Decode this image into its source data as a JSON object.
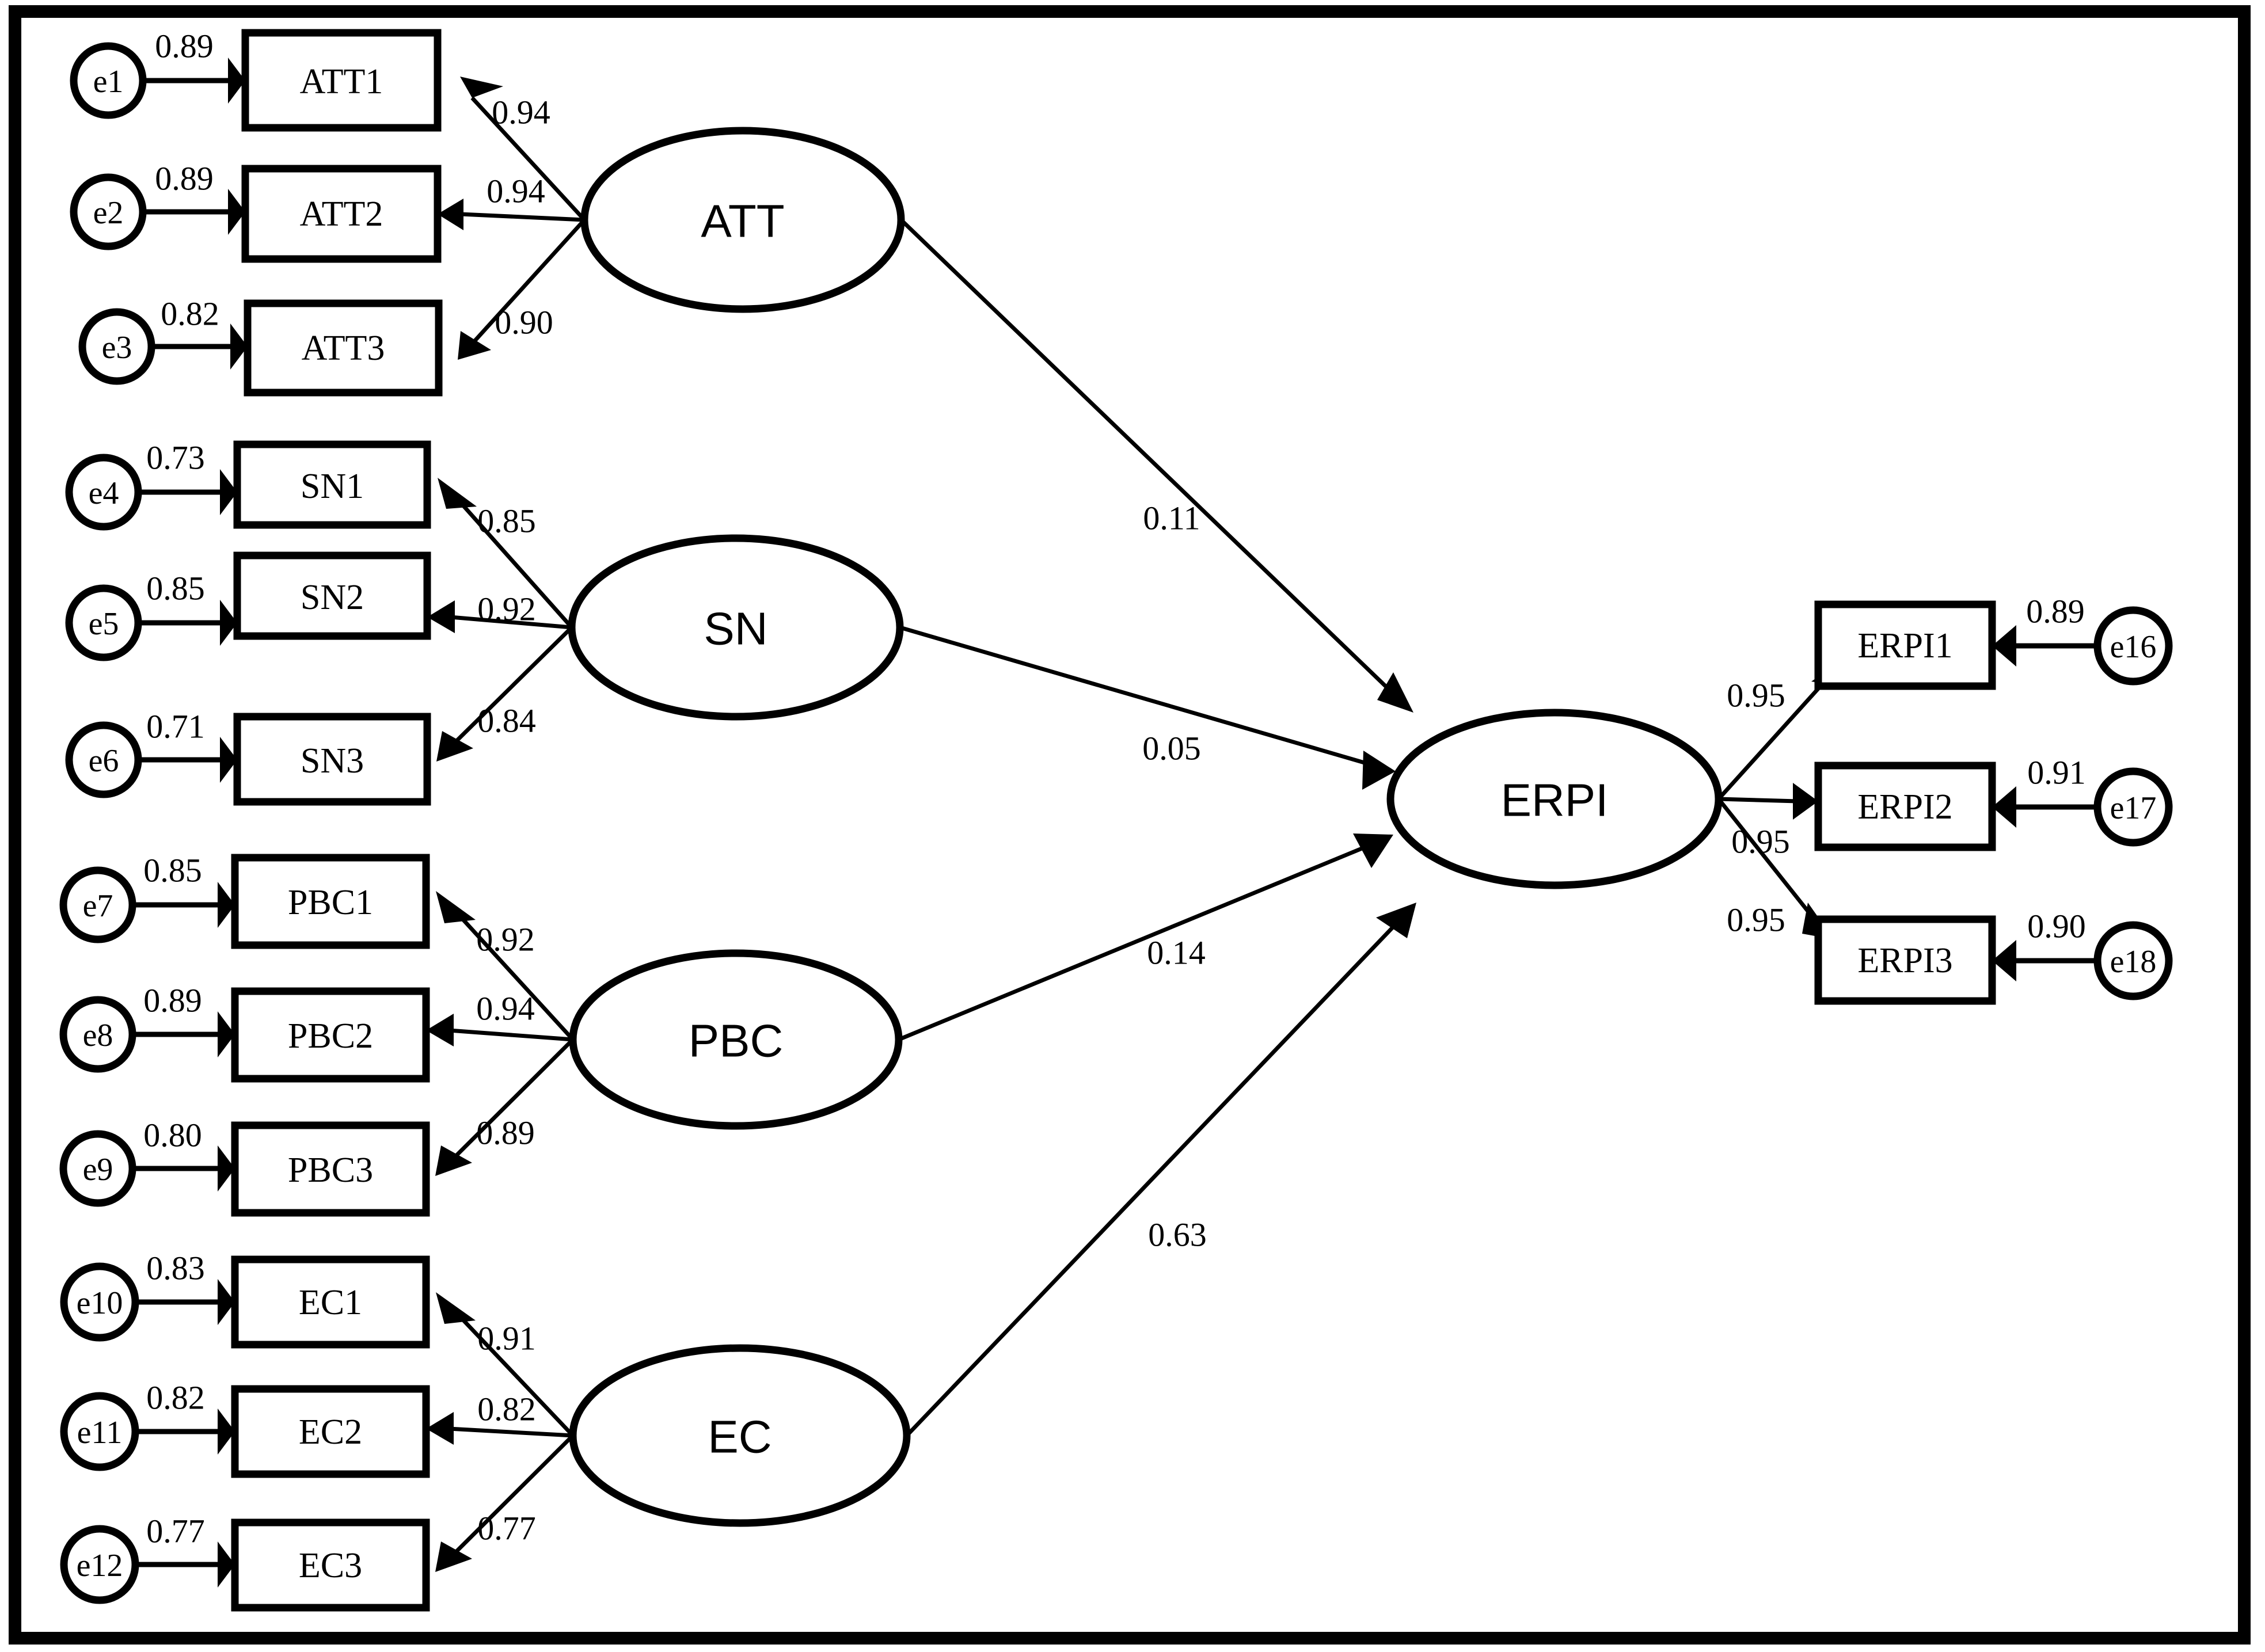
{
  "diagram": {
    "type": "sem-path-diagram",
    "frame": {
      "border_color": "#000000"
    },
    "latent_variables": [
      {
        "id": "ATT",
        "label": "ATT"
      },
      {
        "id": "SN",
        "label": "SN"
      },
      {
        "id": "PBC",
        "label": "PBC"
      },
      {
        "id": "EC",
        "label": "EC"
      },
      {
        "id": "ERPI",
        "label": "ERPI"
      }
    ],
    "indicators": [
      {
        "id": "ATT1",
        "label": "ATT1",
        "latent": "ATT",
        "loading": "0.94",
        "error": "e1",
        "error_value": "0.89"
      },
      {
        "id": "ATT2",
        "label": "ATT2",
        "latent": "ATT",
        "loading": "0.94",
        "error": "e2",
        "error_value": "0.89"
      },
      {
        "id": "ATT3",
        "label": "ATT3",
        "latent": "ATT",
        "loading": "0.90",
        "error": "e3",
        "error_value": "0.82"
      },
      {
        "id": "SN1",
        "label": "SN1",
        "latent": "SN",
        "loading": "0.85",
        "error": "e4",
        "error_value": "0.73"
      },
      {
        "id": "SN2",
        "label": "SN2",
        "latent": "SN",
        "loading": "0.92",
        "error": "e5",
        "error_value": "0.85"
      },
      {
        "id": "SN3",
        "label": "SN3",
        "latent": "SN",
        "loading": "0.84",
        "error": "e6",
        "error_value": "0.71"
      },
      {
        "id": "PBC1",
        "label": "PBC1",
        "latent": "PBC",
        "loading": "0.92",
        "error": "e7",
        "error_value": "0.85"
      },
      {
        "id": "PBC2",
        "label": "PBC2",
        "latent": "PBC",
        "loading": "0.94",
        "error": "e8",
        "error_value": "0.89"
      },
      {
        "id": "PBC3",
        "label": "PBC3",
        "latent": "PBC",
        "loading": "0.89",
        "error": "e9",
        "error_value": "0.80"
      },
      {
        "id": "EC1",
        "label": "EC1",
        "latent": "EC",
        "loading": "0.91",
        "error": "e10",
        "error_value": "0.83"
      },
      {
        "id": "EC2",
        "label": "EC2",
        "latent": "EC",
        "loading": "0.82",
        "error": "e11",
        "error_value": "0.82"
      },
      {
        "id": "EC3",
        "label": "EC3",
        "latent": "EC",
        "loading": "0.77",
        "error": "e12",
        "error_value": "0.77"
      },
      {
        "id": "ERPI1",
        "label": "ERPI1",
        "latent": "ERPI",
        "loading": "0.95",
        "error": "e16",
        "error_value": "0.89"
      },
      {
        "id": "ERPI2",
        "label": "ERPI2",
        "latent": "ERPI",
        "loading": "0.95",
        "error": "e17",
        "error_value": "0.91"
      },
      {
        "id": "ERPI3",
        "label": "ERPI3",
        "latent": "ERPI",
        "loading": "0.95",
        "error": "e18",
        "error_value": "0.90"
      }
    ],
    "structural_paths": [
      {
        "from": "ATT",
        "to": "ERPI",
        "coefficient": "0.11"
      },
      {
        "from": "SN",
        "to": "ERPI",
        "coefficient": "0.05"
      },
      {
        "from": "PBC",
        "to": "ERPI",
        "coefficient": "0.14"
      },
      {
        "from": "EC",
        "to": "ERPI",
        "coefficient": "0.63"
      }
    ]
  },
  "labels": {
    "ATT": "ATT",
    "SN": "SN",
    "PBC": "PBC",
    "EC": "EC",
    "ERPI": "ERPI",
    "ATT1": "ATT1",
    "ATT2": "ATT2",
    "ATT3": "ATT3",
    "SN1": "SN1",
    "SN2": "SN2",
    "SN3": "SN3",
    "PBC1": "PBC1",
    "PBC2": "PBC2",
    "PBC3": "PBC3",
    "EC1": "EC1",
    "EC2": "EC2",
    "EC3": "EC3",
    "ERPI1": "ERPI1",
    "ERPI2": "ERPI2",
    "ERPI3": "ERPI3",
    "e1": "e1",
    "e2": "e2",
    "e3": "e3",
    "e4": "e4",
    "e5": "e5",
    "e6": "e6",
    "e7": "e7",
    "e8": "e8",
    "e9": "e9",
    "e10": "e10",
    "e11": "e11",
    "e12": "e12",
    "e16": "e16",
    "e17": "e17",
    "e18": "e18"
  },
  "coefficients": {
    "e1_v": "0.89",
    "e2_v": "0.89",
    "e3_v": "0.82",
    "e4_v": "0.73",
    "e5_v": "0.85",
    "e6_v": "0.71",
    "e7_v": "0.85",
    "e8_v": "0.89",
    "e9_v": "0.80",
    "e10_v": "0.83",
    "e11_v": "0.82",
    "e12_v": "0.77",
    "e16_v": "0.89",
    "e17_v": "0.91",
    "e18_v": "0.90",
    "l_att1": "0.94",
    "l_att2": "0.94",
    "l_att3": "0.90",
    "l_sn1": "0.85",
    "l_sn2": "0.92",
    "l_sn3": "0.84",
    "l_pbc1": "0.92",
    "l_pbc2": "0.94",
    "l_pbc3": "0.89",
    "l_ec1": "0.91",
    "l_ec2": "0.82",
    "l_ec3": "0.77",
    "l_erpi1": "0.95",
    "l_erpi2": "0.95",
    "l_erpi3": "0.95",
    "p_att": "0.11",
    "p_sn": "0.05",
    "p_pbc": "0.14",
    "p_ec": "0.63"
  }
}
